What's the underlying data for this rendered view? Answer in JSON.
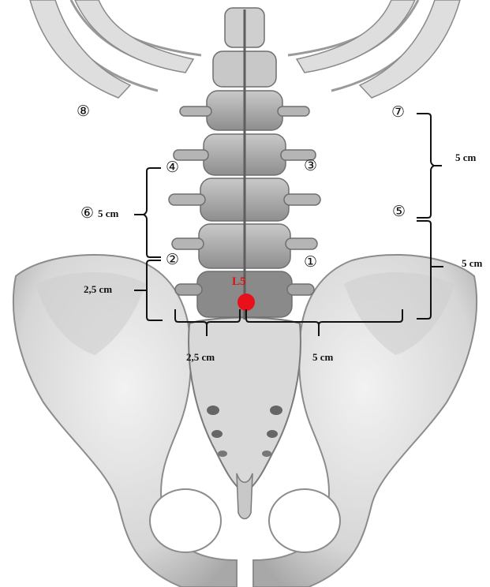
{
  "markers": {
    "m1": "①",
    "m2": "②",
    "m3": "③",
    "m4": "④",
    "m5": "⑤",
    "m6": "⑥",
    "m7": "⑦",
    "m8": "⑧"
  },
  "dimensions": {
    "left_upper": "5 cm",
    "left_lower": "2,5 cm",
    "right_upper": "5 cm",
    "right_lower": "5 cm",
    "bottom_left": "2,5 cm",
    "bottom_right": "5 cm"
  },
  "vertebra_label": "L5",
  "colors": {
    "bone": "#e2e2e2",
    "bone_shadow": "#a9a9a9",
    "bone_dark": "#707070",
    "point": "#e8101a",
    "bracket": "#111111"
  }
}
